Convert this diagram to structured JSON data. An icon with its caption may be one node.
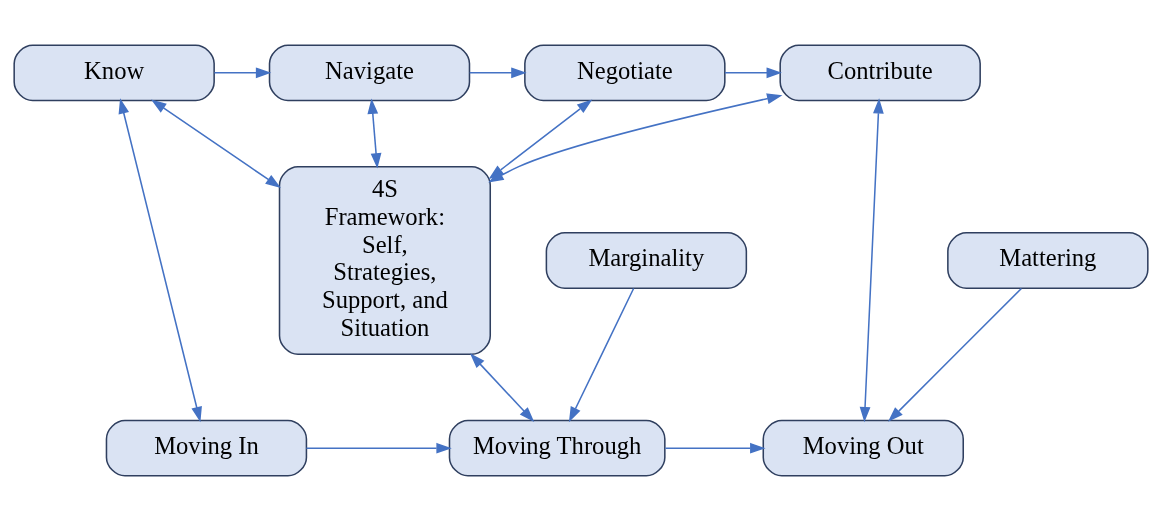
{
  "diagram": {
    "nodes": [
      {
        "text": [
          "Know"
        ]
      },
      {
        "text": [
          "Navigate"
        ]
      },
      {
        "text": [
          "Negotiate"
        ]
      },
      {
        "text": [
          "Contribute"
        ]
      },
      {
        "text": [
          "4S Framework: Self, Strategies, Support, and Situation"
        ]
      },
      {
        "text": [
          "Moving In"
        ]
      },
      {
        "text": [
          "Moving Through"
        ]
      },
      {
        "text": [
          "Moving Out"
        ]
      },
      {
        "text": [
          "Marginality"
        ]
      },
      {
        "text": [
          "Mattering"
        ]
      }
    ],
    "edges": [
      {
        "from": 0,
        "to": 1,
        "arrow": "to"
      },
      {
        "from": 1,
        "to": 2,
        "arrow": "to"
      },
      {
        "from": 2,
        "to": 3,
        "arrow": "to"
      },
      {
        "from": 0,
        "to": 4,
        "arrow": "both"
      },
      {
        "from": 1,
        "to": 4,
        "arrow": "both"
      },
      {
        "from": 2,
        "to": 4,
        "arrow": "both"
      },
      {
        "from": 3,
        "to": 4,
        "arrow": "both"
      },
      {
        "from": 0,
        "to": 5,
        "arrow": "both"
      },
      {
        "from": 4,
        "to": 6,
        "arrow": "both"
      },
      {
        "from": 3,
        "to": 7,
        "arrow": "both"
      },
      {
        "from": 5,
        "to": 6,
        "arrow": "to"
      },
      {
        "from": 6,
        "to": 7,
        "arrow": "to"
      },
      {
        "from": 8,
        "to": 6,
        "arrow": "to"
      },
      {
        "from": 9,
        "to": 7,
        "arrow": "to"
      }
    ]
  }
}
